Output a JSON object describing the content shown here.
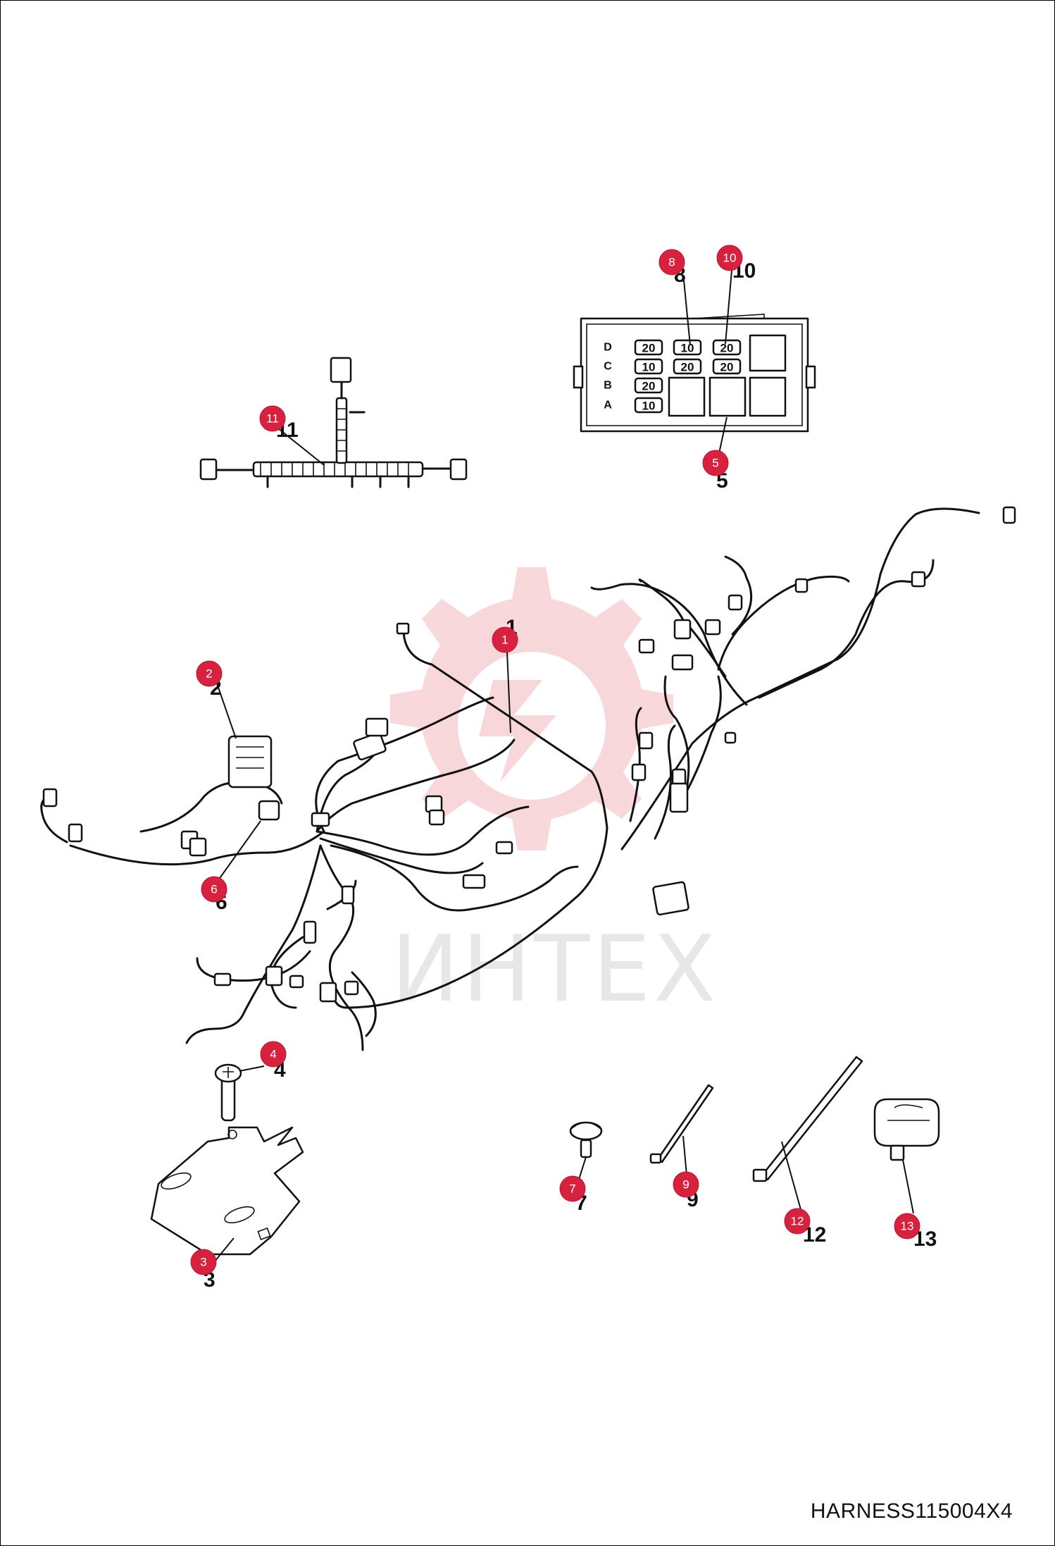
{
  "diagram_code": "HARNESS115004X4",
  "watermark": {
    "text": "ИНТЕХ",
    "color": "#f4b8bd"
  },
  "callout_color": "#d6213f",
  "callouts": [
    {
      "id": "1",
      "label": "1"
    },
    {
      "id": "2",
      "label": "2"
    },
    {
      "id": "3",
      "label": "3"
    },
    {
      "id": "4",
      "label": "4"
    },
    {
      "id": "5",
      "label": "5"
    },
    {
      "id": "6",
      "label": "6"
    },
    {
      "id": "7",
      "label": "7"
    },
    {
      "id": "8",
      "label": "8"
    },
    {
      "id": "9",
      "label": "9"
    },
    {
      "id": "10",
      "label": "10"
    },
    {
      "id": "11",
      "label": "11"
    },
    {
      "id": "12",
      "label": "12"
    },
    {
      "id": "13",
      "label": "13"
    }
  ],
  "part_numbers": {
    "n1": "1",
    "n2": "2",
    "n3": "3",
    "n4": "4",
    "n5": "5",
    "n6": "6",
    "n7": "7",
    "n8": "8",
    "n9": "9",
    "n10": "10",
    "n11": "11",
    "n12": "12",
    "n13": "13"
  },
  "fuse_box": {
    "row_labels": [
      "D",
      "C",
      "B",
      "A"
    ],
    "fuses": {
      "d1": "20",
      "d2": "10",
      "d3": "20",
      "c1": "10",
      "c2": "20",
      "c3": "20",
      "b1": "20",
      "a1": "10"
    }
  }
}
